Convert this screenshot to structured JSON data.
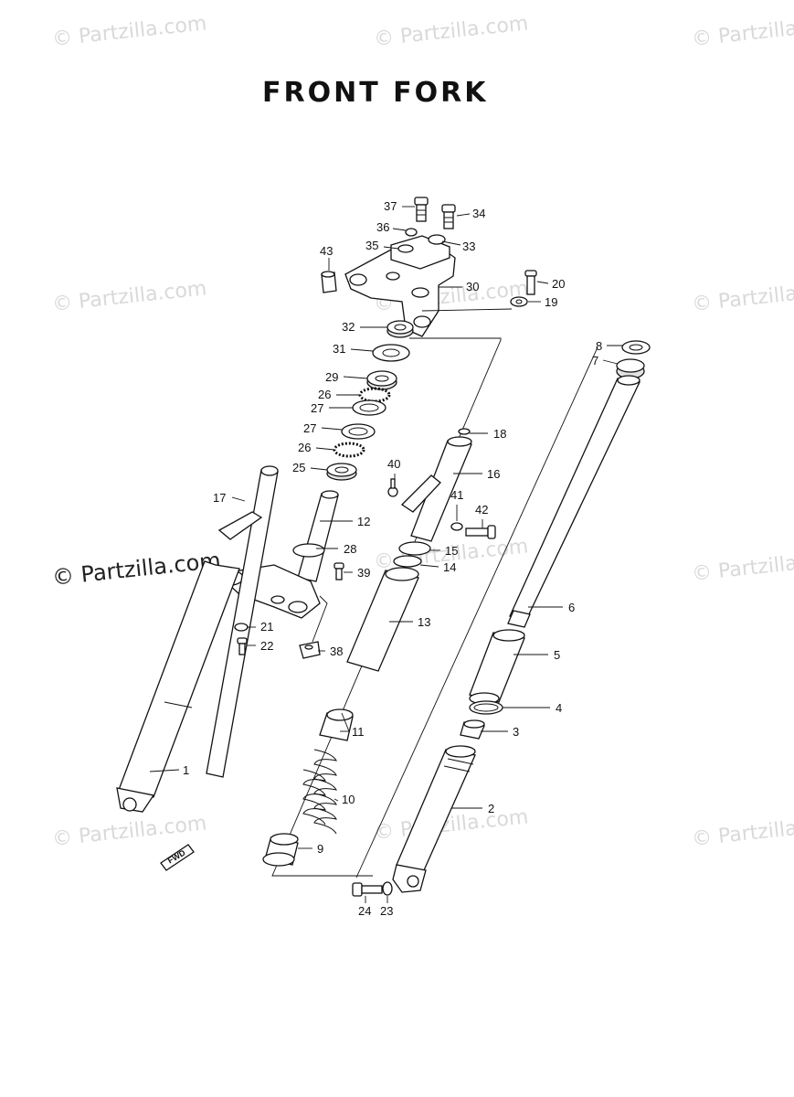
{
  "title": "FRONT FORK",
  "watermarks": [
    {
      "text": "© Partzilla.com",
      "style": "light"
    },
    {
      "text": "© Partzilla.com",
      "style": "light"
    },
    {
      "text": "© Partzilla.com",
      "style": "light"
    },
    {
      "text": "© Partzilla.com",
      "style": "light"
    },
    {
      "text": "© Partzilla.com",
      "style": "light"
    },
    {
      "text": "© Partzilla.com",
      "style": "light"
    },
    {
      "text": "© Partzilla.com",
      "style": "light"
    },
    {
      "text": "© Partzilla.com",
      "style": "light"
    },
    {
      "text": "© Partzilla.com",
      "style": "light"
    },
    {
      "text": "© Partzilla.com",
      "style": "strong"
    }
  ],
  "fwd_label": "FWD",
  "callouts": [
    "37",
    "34",
    "36",
    "35",
    "33",
    "43",
    "30",
    "20",
    "19",
    "32",
    "31",
    "29",
    "26",
    "27",
    "27",
    "26",
    "25",
    "18",
    "16",
    "40",
    "41",
    "42",
    "17",
    "12",
    "28",
    "15",
    "14",
    "39",
    "13",
    "21",
    "22",
    "38",
    "1",
    "8",
    "7",
    "6",
    "5",
    "4",
    "11",
    "3",
    "10",
    "2",
    "9",
    "24",
    "23"
  ]
}
